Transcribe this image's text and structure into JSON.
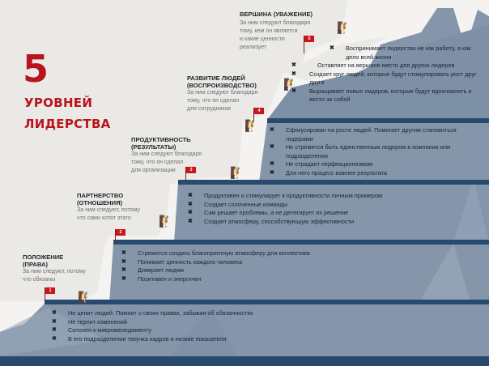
{
  "title": {
    "number": "5",
    "line1": "УРОВНЕЙ",
    "line2": "ЛИДЕРСТВА"
  },
  "colors": {
    "accent_red": "#b8141c",
    "mountain_fill": "#8596ab",
    "step_band": "#274a6e",
    "background": "#ebe9e6"
  },
  "levels": [
    {
      "number": "1",
      "heading": "ПОЛОЖЕНИЕ\n(ПРАВА)",
      "description": "За ним следуют, потому\nчто обязаны",
      "bullets": [
        "Не ценит людей. Помнит о своих правах, забывая об обязанностях",
        "Не терпит изменений",
        "Склонен к микроменеджменту",
        "В его подразделении текучка кадров и низкие показатели"
      ]
    },
    {
      "number": "2",
      "heading": "ПАРТНЕРСТВО\n(ОТНОШЕНИЯ)",
      "description": "За ним следуют, потому\nчто сами хотят этого",
      "bullets": [
        "Стремится создать благоприятную атмосферу для коллектива",
        "Понимает ценность каждого человека",
        "Доверяет людям",
        "Позитивен и энергичен"
      ]
    },
    {
      "number": "3",
      "heading": "ПРОДУКТИВНОСТЬ\n(РЕЗУЛЬТАТЫ)",
      "description": "За ним следуют благодаря\nтому, что он сделал\nдля организации",
      "bullets": [
        "Продуктивен и стимулирует к продуктивности личным примером",
        "Создает сплоченные команды",
        "Сам решает проблемы, а не делегирует их решение",
        "Создает атмосферу, способствующую эффективности"
      ]
    },
    {
      "number": "4",
      "heading": "РАЗВИТИЕ ЛЮДЕЙ\n(ВОСПРОИЗВОДСТВО)",
      "description": "За ним следуют благодаря\nтому, что он сделал\nдля сотрудников",
      "bullets": [
        "Сфокусирован на росте людей. Помогает другим становиться лидерами",
        "Не стремится быть единственным лидером в компании или подразделении",
        "Не страдает перфекционизмом",
        "Для него процесс важнее результата"
      ]
    },
    {
      "number": "5",
      "heading": "ВЕРШИНА (УВАЖЕНИЕ)",
      "description": "За ним следуют благодаря\nтому, кем он является\nи какие ценности\nреализует",
      "bullets": [
        "Воспринимает лидерство не как работу, а как дело всей жизни",
        "Оставляет на вершине место для других лидеров",
        "Создает круг людей, которые будут стимулировать рост друг друга",
        "Выращивает новых лидеров, которые будут вдохновлять и вести за собой"
      ]
    }
  ],
  "icons": {
    "bullet": "✖",
    "climber": "climber-figure-icon",
    "flag": "red-flag-icon"
  }
}
